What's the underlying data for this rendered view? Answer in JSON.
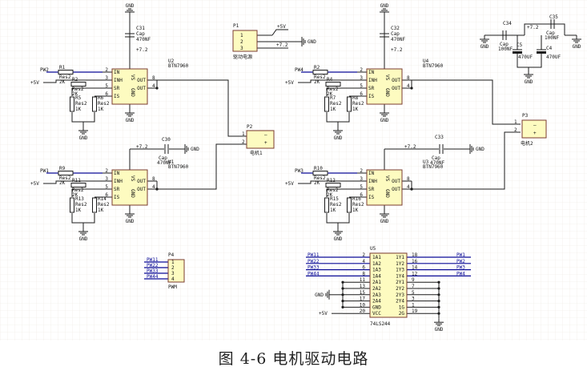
{
  "caption": "图 4-6   电机驱动电路",
  "drivers": [
    {
      "ref": "U2",
      "part": "BTN7960",
      "vs": "VS",
      "pins": [
        "IN",
        "INH",
        "SR",
        "IS",
        "OUT",
        "OUT",
        "GND"
      ],
      "nums": [
        "2",
        "3",
        "5",
        "6",
        "8",
        "4"
      ],
      "net": "PW2"
    },
    {
      "ref": "U1",
      "part": "BTN7960",
      "vs": "VS",
      "pins": [
        "IN",
        "INH",
        "SR",
        "IS",
        "OUT",
        "OUT",
        "GND"
      ],
      "nums": [
        "2",
        "3",
        "5",
        "6",
        "8",
        "4"
      ],
      "net": "PW1"
    },
    {
      "ref": "U4",
      "part": "BTN7960",
      "vs": "VS",
      "pins": [
        "IN",
        "INH",
        "SR",
        "IS",
        "OUT",
        "OUT",
        "GND"
      ],
      "nums": [
        "2",
        "3",
        "5",
        "6",
        "8",
        "4"
      ],
      "net": "PW4"
    },
    {
      "ref": "U3",
      "part": "BTN7960",
      "vs": "VS",
      "pins": [
        "IN",
        "INH",
        "SR",
        "IS",
        "OUT",
        "OUT",
        "GND"
      ],
      "nums": [
        "2",
        "3",
        "5",
        "6",
        "8",
        "4"
      ],
      "net": "PW3"
    }
  ],
  "resistors": [
    {
      "ref": "R1",
      "type": "Res2",
      "value": "2K"
    },
    {
      "ref": "R2",
      "type": "Res2",
      "value": "2K"
    },
    {
      "ref": "R5",
      "type": "Res2",
      "value": "1K"
    },
    {
      "ref": "R6",
      "type": "Res2",
      "value": "1K"
    },
    {
      "ref": "R9",
      "type": "Res2",
      "value": "2K"
    },
    {
      "ref": "R11",
      "type": "Res2",
      "value": "2K"
    },
    {
      "ref": "R13",
      "type": "Res2",
      "value": "1K"
    },
    {
      "ref": "R14",
      "type": "Res2",
      "value": "1K"
    },
    {
      "ref": "R2",
      "type": "Res2",
      "value": "2K"
    },
    {
      "ref": "R4",
      "type": "Res2",
      "value": "2K"
    },
    {
      "ref": "R7",
      "type": "Res2",
      "value": "1K"
    },
    {
      "ref": "R8",
      "type": "Res2",
      "value": "1K"
    },
    {
      "ref": "R10",
      "type": "Res2",
      "value": "2K"
    },
    {
      "ref": "R12",
      "type": "Res2",
      "value": "2K"
    },
    {
      "ref": "R15",
      "type": "Res2",
      "value": "1K"
    },
    {
      "ref": "R16",
      "type": "Res2",
      "value": "1K"
    }
  ],
  "caps": [
    {
      "ref": "C31",
      "type": "Cap",
      "value": "470NF",
      "net": "+7.2"
    },
    {
      "ref": "C30",
      "type": "Cap",
      "value": "470NF",
      "net": "+7.2"
    },
    {
      "ref": "C32",
      "type": "Cap",
      "value": "470NF",
      "net": "+7.2"
    },
    {
      "ref": "C33",
      "type": "Cap",
      "value": "470NF",
      "net": "+7.2"
    },
    {
      "ref": "C34",
      "type": "Cap",
      "value": "100NF"
    },
    {
      "ref": "C35",
      "type": "Cap",
      "value": "100NF"
    },
    {
      "ref": "C5",
      "value": "470UF"
    },
    {
      "ref": "C4",
      "value": "470UF"
    }
  ],
  "connectors": {
    "p1": {
      "ref": "P1",
      "name": "驱动电源",
      "pins": [
        "1",
        "2",
        "3"
      ],
      "nets": [
        "+5V",
        "GND",
        "+7.2"
      ]
    },
    "p2": {
      "ref": "P2",
      "name": "电机1",
      "pins": [
        "1",
        "2"
      ]
    },
    "p3": {
      "ref": "P3",
      "name": "电机2",
      "pins": [
        "1",
        "2"
      ]
    },
    "p4": {
      "ref": "P4",
      "name": "PWM",
      "pins": [
        "1",
        "2",
        "3",
        "4"
      ],
      "nets": [
        "PW11",
        "PW22",
        "PW33",
        "PW44"
      ]
    }
  },
  "buffer": {
    "ref": "U5",
    "part": "74LS244",
    "left_nets": [
      "PW11",
      "PW22",
      "PW33",
      "PW44"
    ],
    "left_nums": [
      "2",
      "4",
      "6",
      "8",
      "11",
      "13",
      "15",
      "17",
      "10",
      "20"
    ],
    "left_pins": [
      "1A1",
      "1A2",
      "1A3",
      "1A4",
      "2A1",
      "2A2",
      "2A3",
      "2A4",
      "GND",
      "VCC"
    ],
    "right_pins": [
      "1Y1",
      "1Y2",
      "1Y3",
      "1Y4",
      "2Y1",
      "2Y2",
      "2Y3",
      "2Y4",
      "1G",
      "2G"
    ],
    "right_nums": [
      "18",
      "16",
      "14",
      "12",
      "9",
      "7",
      "5",
      "3",
      "1",
      "19"
    ],
    "right_nets": [
      "PW1",
      "PW2",
      "PW3",
      "PW4"
    ]
  },
  "nets": {
    "gnd": "GND",
    "v5": "+5V",
    "v72": "+7.2"
  }
}
